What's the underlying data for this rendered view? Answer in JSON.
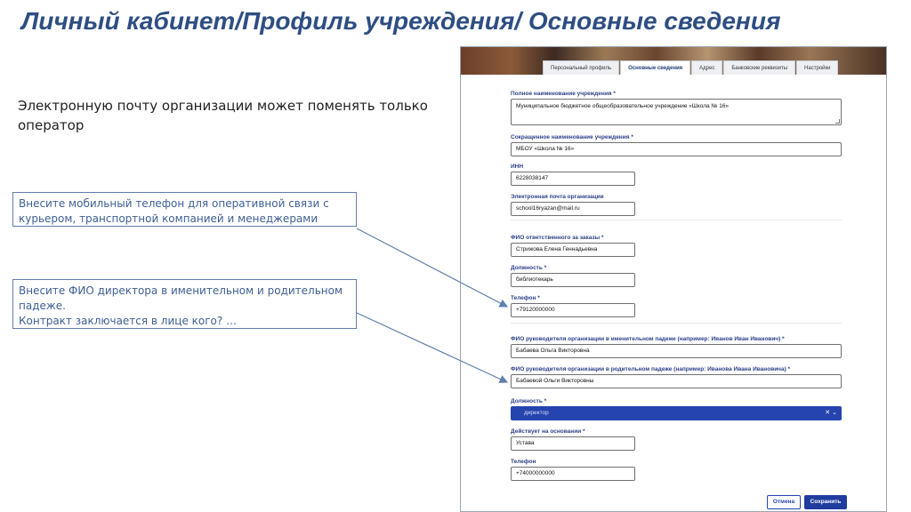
{
  "slide": {
    "title": "Личный кабинет/Профиль учреждения/ Основные сведения",
    "note": "Электронную почту организации может поменять только оператор",
    "callout_phone": [
      "Внесите мобильный телефон для оперативной связи с",
      "курьером, транспортной компанией и менеджерами"
    ],
    "callout_director": [
      "Внесите ФИО директора в именительном и родительном",
      "падеже.",
      "Контракт заключается в лице кого? …"
    ],
    "accent_color": "#2e4e83"
  },
  "tabs": [
    {
      "label": "Персональный профиль"
    },
    {
      "label": "Основные сведения"
    },
    {
      "label": "Адрес"
    },
    {
      "label": "Банковские реквизиты"
    },
    {
      "label": "Настройки"
    }
  ],
  "form": {
    "full_name": {
      "label": "Полное наименование учреждения *",
      "value": "Муниципальное бюджетное общеобразовательное учреждение «Школа № 16»"
    },
    "short_name": {
      "label": "Сокращенное наименование учреждения *",
      "value": "МБОУ «Школа № 16»"
    },
    "inn": {
      "label": "ИНН",
      "value": "6228038147"
    },
    "email": {
      "label": "Электронная почта организации",
      "value": "school16ryazan@mail.ru"
    },
    "responsible": {
      "label": "ФИО ответственного за заказы *",
      "value": "Стрижова Елена Геннадьевна"
    },
    "position": {
      "label": "Должность *",
      "value": "библиотекарь"
    },
    "phone": {
      "label": "Телефон *",
      "value": "+79120000000"
    },
    "director_nom": {
      "label": "ФИО руководителя организации в именительном падеже (например: Иванов Иван Иванович) *",
      "value": "Бабаева Ольга Викторовна"
    },
    "director_gen": {
      "label": "ФИО руководителя организации в родительном падеже (например: Иванова Ивана Ивановича) *",
      "value": "Бабаевой Ольги Викторовны"
    },
    "director_position": {
      "label": "Должность *",
      "value": "директор"
    },
    "basis": {
      "label": "Действует на основании *",
      "value": "Устава"
    },
    "director_phone": {
      "label": "Телефон",
      "value": "+74000000000"
    }
  },
  "buttons": {
    "cancel": "Отмена",
    "save": "Сохранить"
  },
  "icons": {
    "select_clear": "close-icon",
    "select_open": "chevron-down-icon"
  }
}
